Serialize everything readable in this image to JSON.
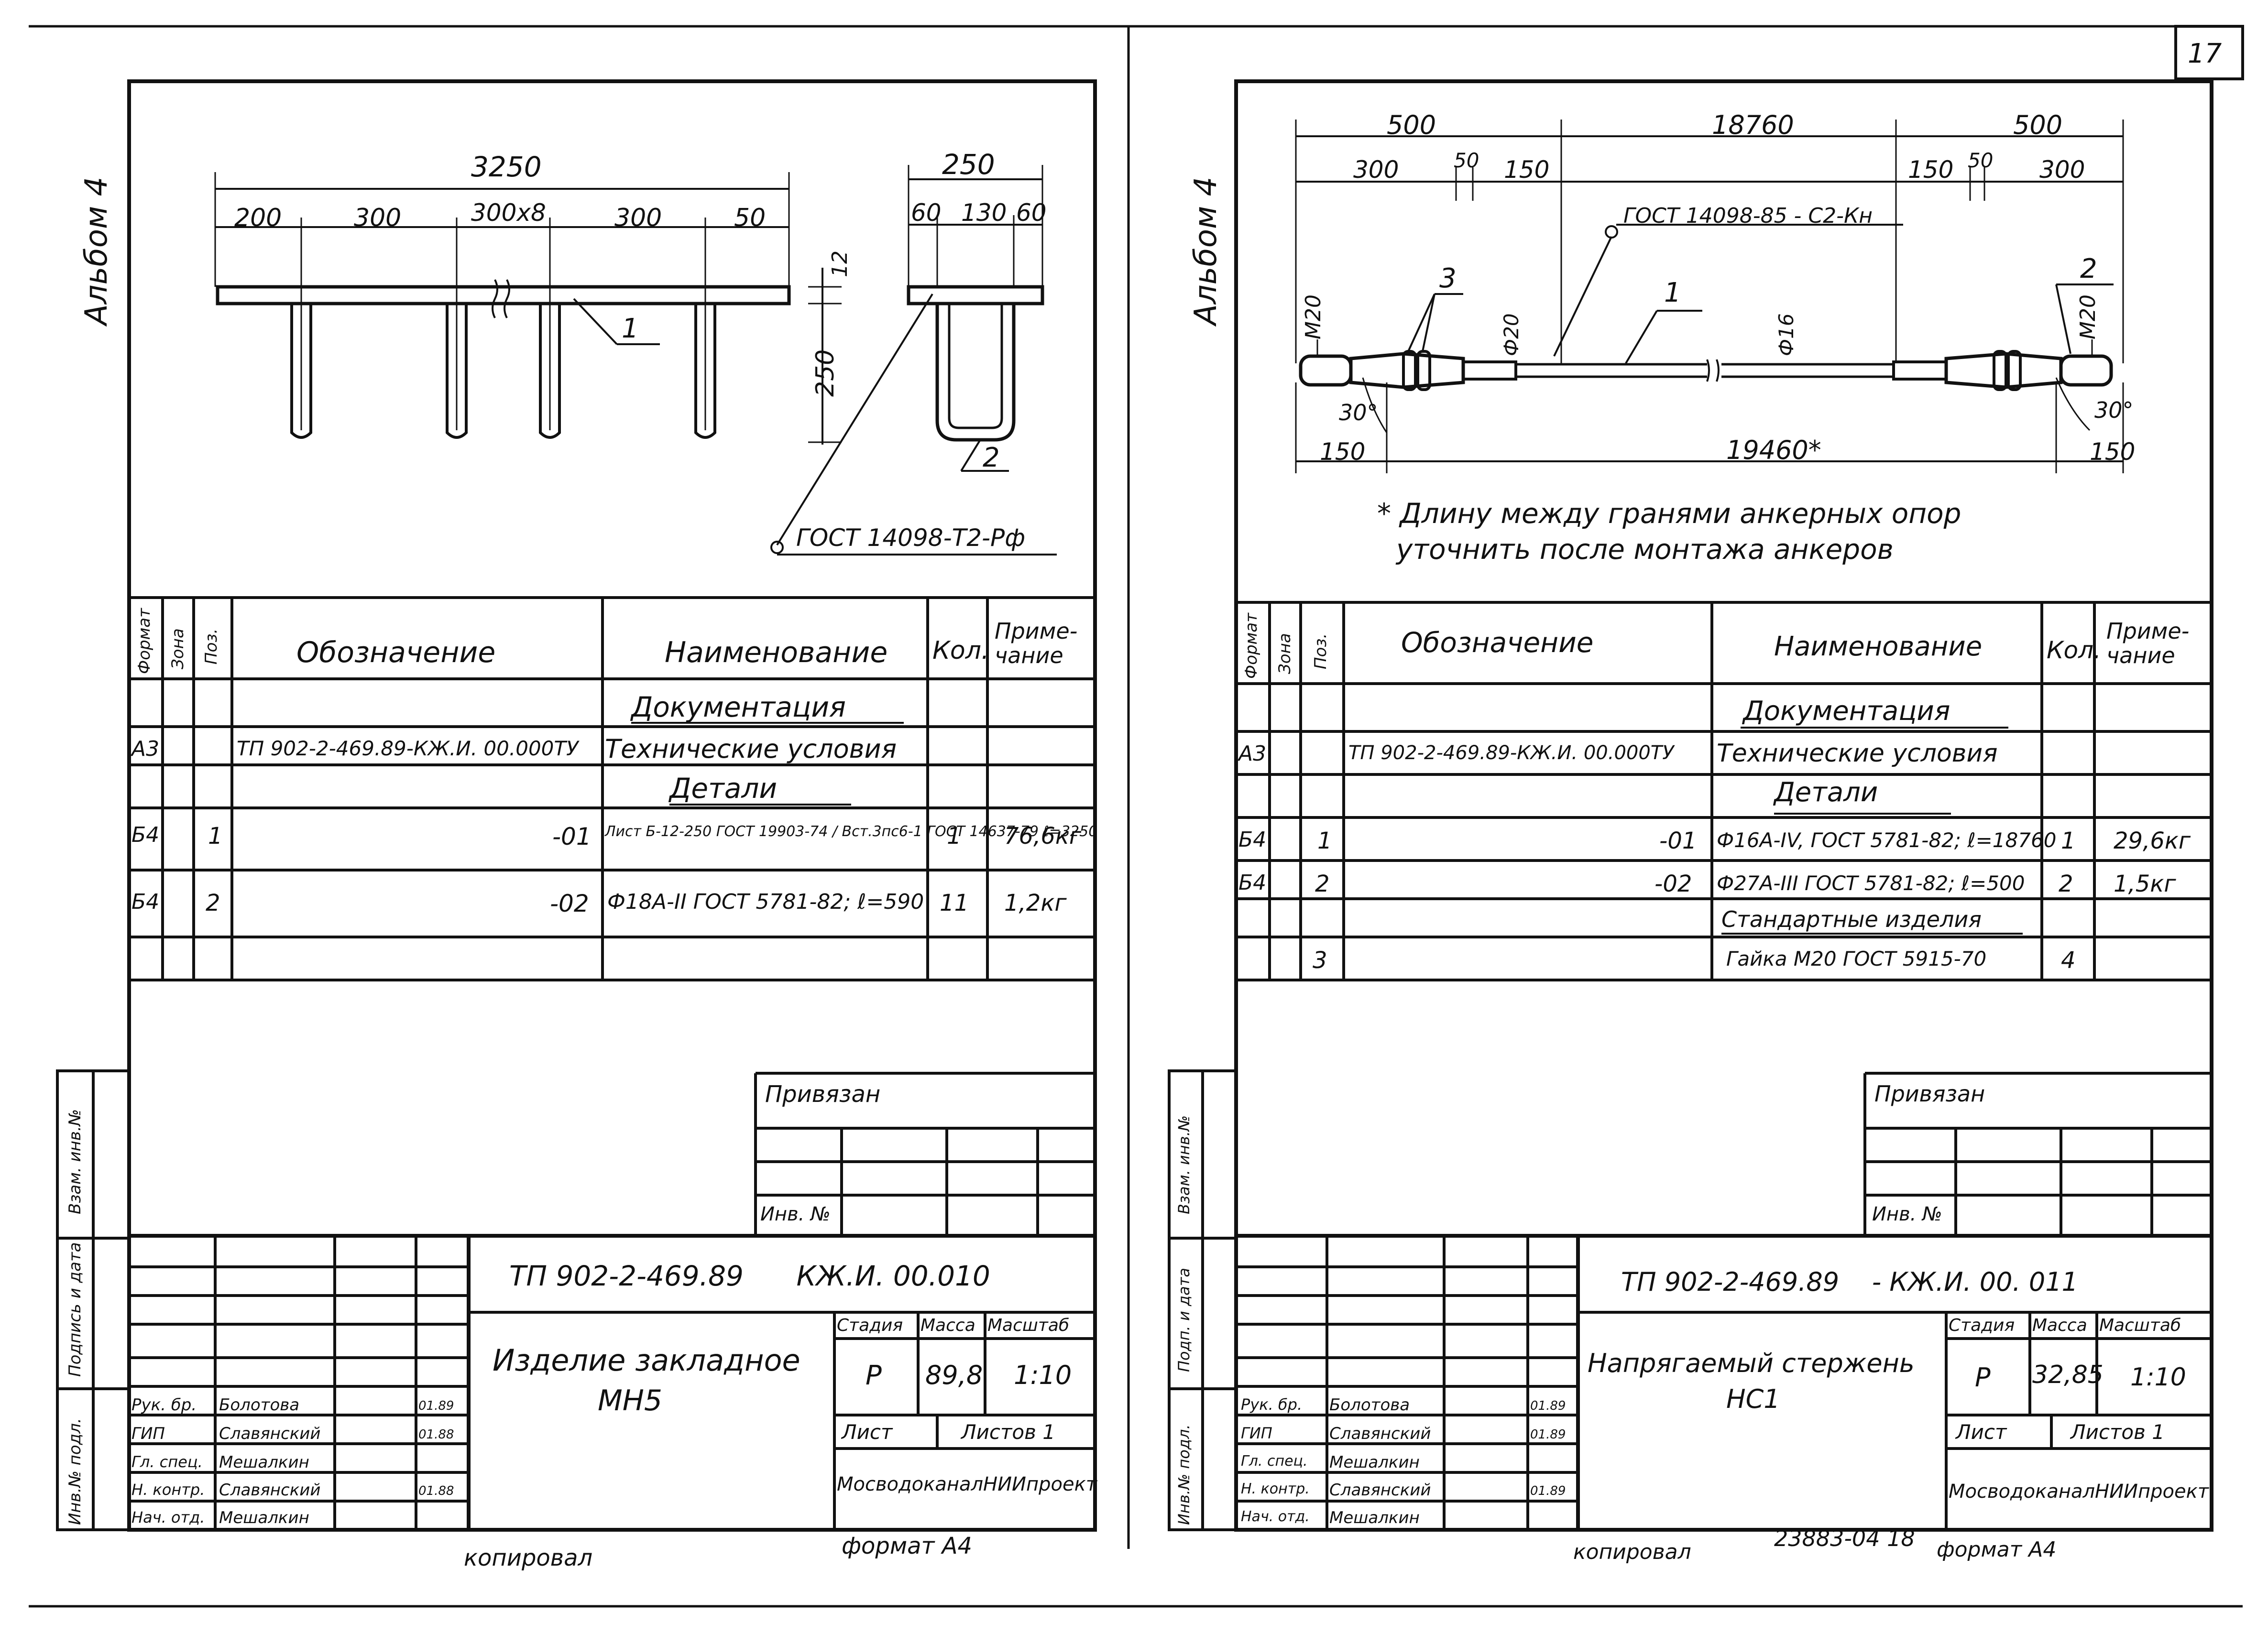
{
  "page_number": "17",
  "bottom_code": "23883-04 18",
  "left": {
    "album": "Альбом 4",
    "dims": {
      "total": "3250",
      "d200": "200",
      "d300a": "300",
      "d300x8": "300x8",
      "d300b": "300",
      "d50": "50",
      "t12": "12",
      "h250": "250",
      "w250": "250",
      "w60a": "60",
      "w130": "130",
      "w60b": "60"
    },
    "leaders": {
      "pos1": "1",
      "pos2": "2",
      "gost_weld": "ГОСТ 14098-Т2-Рф"
    },
    "table": {
      "headers": [
        "Формат",
        "Зона",
        "Поз.",
        "Обозначение",
        "Наименование",
        "Кол.",
        "Приме-\nчание"
      ],
      "rows": [
        {
          "format": "",
          "zone": "",
          "pos": "",
          "designation": "",
          "name": "Документация",
          "qty": "",
          "note": ""
        },
        {
          "format": "А3",
          "zone": "",
          "pos": "",
          "designation": "ТП 902-2-469.89-КЖ.И. 00.000ТУ",
          "name": "Технические условия",
          "qty": "",
          "note": ""
        },
        {
          "format": "",
          "zone": "",
          "pos": "",
          "designation": "",
          "name": "Детали",
          "qty": "",
          "note": ""
        },
        {
          "format": "Б4",
          "zone": "",
          "pos": "1",
          "designation": "-01",
          "name": "Лист Б-12-250 ГОСТ 19903-74 / Вст.3пс6-1 ГОСТ 14637-79  ℓ=3250",
          "qty": "1",
          "note": "76,6кг"
        },
        {
          "format": "Б4",
          "zone": "",
          "pos": "2",
          "designation": "-02",
          "name": "Ф18А-II ГОСТ 5781-82; ℓ=590",
          "qty": "11",
          "note": "1,2кг"
        },
        {
          "format": "",
          "zone": "",
          "pos": "",
          "designation": "",
          "name": "",
          "qty": "",
          "note": ""
        }
      ]
    },
    "side_labels": [
      "Взам. инв.№",
      "Подпись и дата",
      "Инв.№ подл."
    ],
    "stamp": {
      "bound": "Привязан",
      "inv_no": "Инв. №",
      "code": "ТП 902-2-469.89      КЖ.И. 00.010",
      "title_line1": "Изделие закладное",
      "title_line2": "МН5",
      "stage_h": "Стадия",
      "mass_h": "Масса",
      "scale_h": "Масштаб",
      "stage": "Р",
      "mass": "89,8",
      "scale": "1:10",
      "sheet": "Лист",
      "sheets": "Листов 1",
      "org": "МосводоканалНИИпроект",
      "people": [
        {
          "role": "Рук. бр.",
          "name": "Болотова",
          "date": "01.89"
        },
        {
          "role": "ГИП",
          "name": "Славянский",
          "date": "01.88"
        },
        {
          "role": "Гл. спец.",
          "name": "Мешалкин",
          "date": ""
        },
        {
          "role": "Н. контр.",
          "name": "Славянский",
          "date": "01.88"
        },
        {
          "role": "Нач. отд.",
          "name": "Мешалкин",
          "date": ""
        }
      ]
    },
    "copied": "копировал",
    "format": "формат А4"
  },
  "right": {
    "album": "Альбом 4",
    "dims": {
      "top500a": "500",
      "top18760": "18760",
      "top500b": "500",
      "s300a": "300",
      "s50a": "50",
      "s150a": "150",
      "s150b": "150",
      "s50b": "50",
      "s300b": "300",
      "m20a": "М20",
      "m20b": "М20",
      "d20": "Ф20",
      "d16": "Ф16",
      "a30a": "30°",
      "a30b": "30°",
      "b150a": "150",
      "b19460": "19460*",
      "b150b": "150"
    },
    "leaders": {
      "pos1": "1",
      "pos2": "2",
      "pos3": "3",
      "gost_weld": "ГОСТ 14098-85 - С2-Кн"
    },
    "note_line1": "* Длину между гранями анкерных опор",
    "note_line2": "уточнить после монтажа анкеров",
    "table": {
      "headers": [
        "Формат",
        "Зона",
        "Поз.",
        "Обозначение",
        "Наименование",
        "Кол.",
        "Приме-\nчание"
      ],
      "rows": [
        {
          "format": "",
          "zone": "",
          "pos": "",
          "designation": "",
          "name": "Документация",
          "qty": "",
          "note": ""
        },
        {
          "format": "А3",
          "zone": "",
          "pos": "",
          "designation": "ТП 902-2-469.89-КЖ.И. 00.000ТУ",
          "name": "Технические условия",
          "qty": "",
          "note": ""
        },
        {
          "format": "",
          "zone": "",
          "pos": "",
          "designation": "",
          "name": "Детали",
          "qty": "",
          "note": ""
        },
        {
          "format": "Б4",
          "zone": "",
          "pos": "1",
          "designation": "-01",
          "name": "Ф16А-IV, ГОСТ 5781-82; ℓ=18760",
          "qty": "1",
          "note": "29,6кг"
        },
        {
          "format": "Б4",
          "zone": "",
          "pos": "2",
          "designation": "-02",
          "name": "Ф27А-III ГОСТ 5781-82; ℓ=500",
          "qty": "2",
          "note": "1,5кг"
        },
        {
          "format": "",
          "zone": "",
          "pos": "",
          "designation": "",
          "name": "Стандартные изделия",
          "qty": "",
          "note": ""
        },
        {
          "format": "",
          "zone": "",
          "pos": "3",
          "designation": "",
          "name": "Гайка М20 ГОСТ 5915-70",
          "qty": "4",
          "note": ""
        }
      ]
    },
    "side_labels": [
      "Взам. инв.№",
      "Подп. и дата",
      "Инв.№ подл."
    ],
    "stamp": {
      "bound": "Привязан",
      "inv_no": "Инв. №",
      "code": "ТП 902-2-469.89    - КЖ.И. 00. 011",
      "title_line1": "Напрягаемый стержень",
      "title_line2": "НС1",
      "stage_h": "Стадия",
      "mass_h": "Масса",
      "scale_h": "Масштаб",
      "stage": "Р",
      "mass": "32,85",
      "scale": "1:10",
      "sheet": "Лист",
      "sheets": "Листов 1",
      "org": "МосводоканалНИИпроект",
      "people": [
        {
          "role": "Рук. бр.",
          "name": "Болотова",
          "date": "01.89"
        },
        {
          "role": "ГИП",
          "name": "Славянский",
          "date": "01.89"
        },
        {
          "role": "Гл. спец.",
          "name": "Мешалкин",
          "date": ""
        },
        {
          "role": "Н. контр.",
          "name": "Славянский",
          "date": "01.89"
        },
        {
          "role": "Нач. отд.",
          "name": "Мешалкин",
          "date": ""
        }
      ]
    },
    "copied": "копировал",
    "format": "формат А4"
  }
}
